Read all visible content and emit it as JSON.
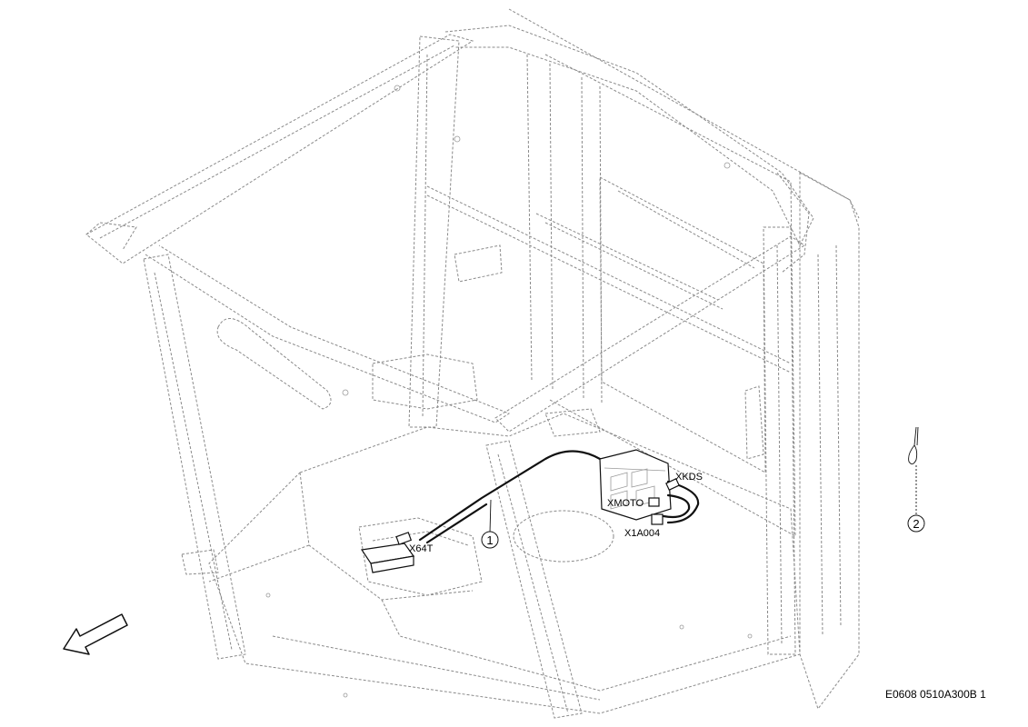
{
  "connectors": {
    "x64t": "X64T",
    "xkds": "XKDS",
    "xmoto": "XMOTO",
    "x1a004": "X1A004"
  },
  "callouts": {
    "item1": "1",
    "item2": "2"
  },
  "drawing_reference": "E0608 0510A300B 1",
  "icons": {
    "direction_arrow": "arrow-down-left-icon",
    "cable_tie": "cable-tie-icon"
  }
}
